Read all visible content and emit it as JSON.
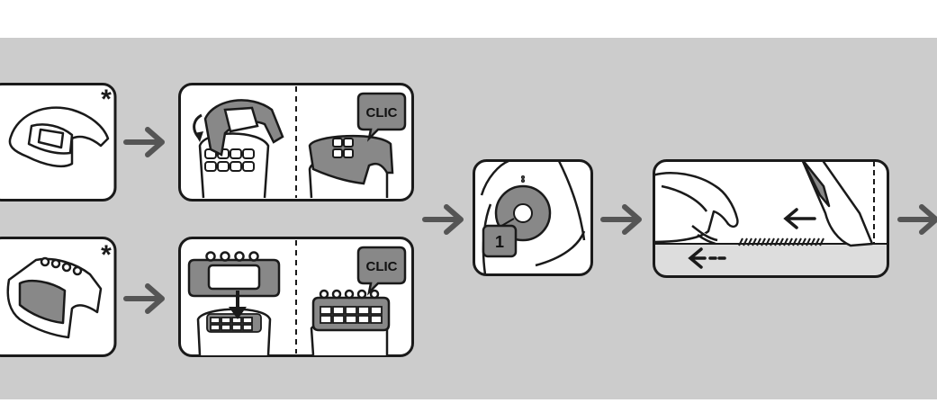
{
  "colors": {
    "band": "#cccccc",
    "panel": "#ffffff",
    "outline": "#1a1a1a",
    "arrow": "#555555",
    "accessory_fill": "#777777",
    "ground": "#dddddd"
  },
  "icons": [
    "asterisk-icon",
    "rotate-arrow-icon",
    "down-arrow-icon",
    "flow-arrow-icon",
    "left-arrow-icon",
    "dashed-left-arrow-icon"
  ],
  "steps": {
    "cap_attach": {
      "mark": "*",
      "callout": "CLIC"
    },
    "massage_attach": {
      "mark": "*",
      "callout": "CLIC"
    },
    "switch_on": {
      "speed": "1"
    }
  }
}
